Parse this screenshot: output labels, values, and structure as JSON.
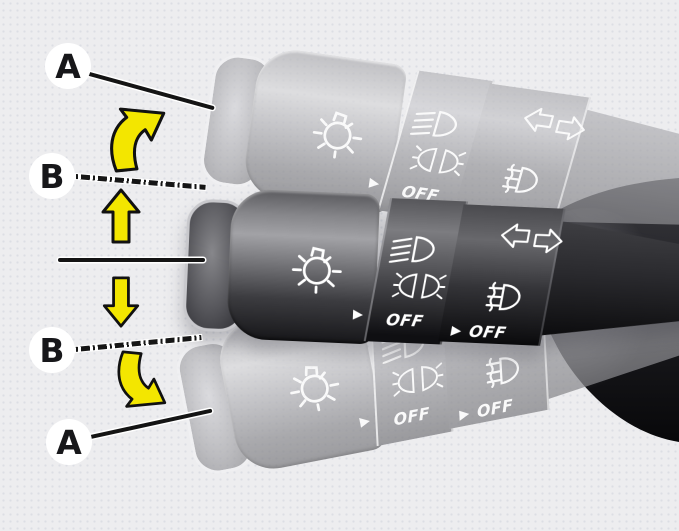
{
  "figure": {
    "background": "#ededef",
    "arrow_color": "#f3e600",
    "callouts": {
      "a_top": "A",
      "b_top": "B",
      "b_bottom": "B",
      "a_bottom": "A"
    },
    "stalk": {
      "off_label": "OFF"
    },
    "icons": [
      "master-light-icon",
      "low-beam-icon",
      "position-lamp-icon",
      "fog-light-icon",
      "turn-signal-arrows-icon",
      "pointer-triangle-icon"
    ],
    "movement_arrows": [
      "curved-up-arrow",
      "straight-up-arrow",
      "straight-down-arrow",
      "curved-down-arrow"
    ]
  }
}
